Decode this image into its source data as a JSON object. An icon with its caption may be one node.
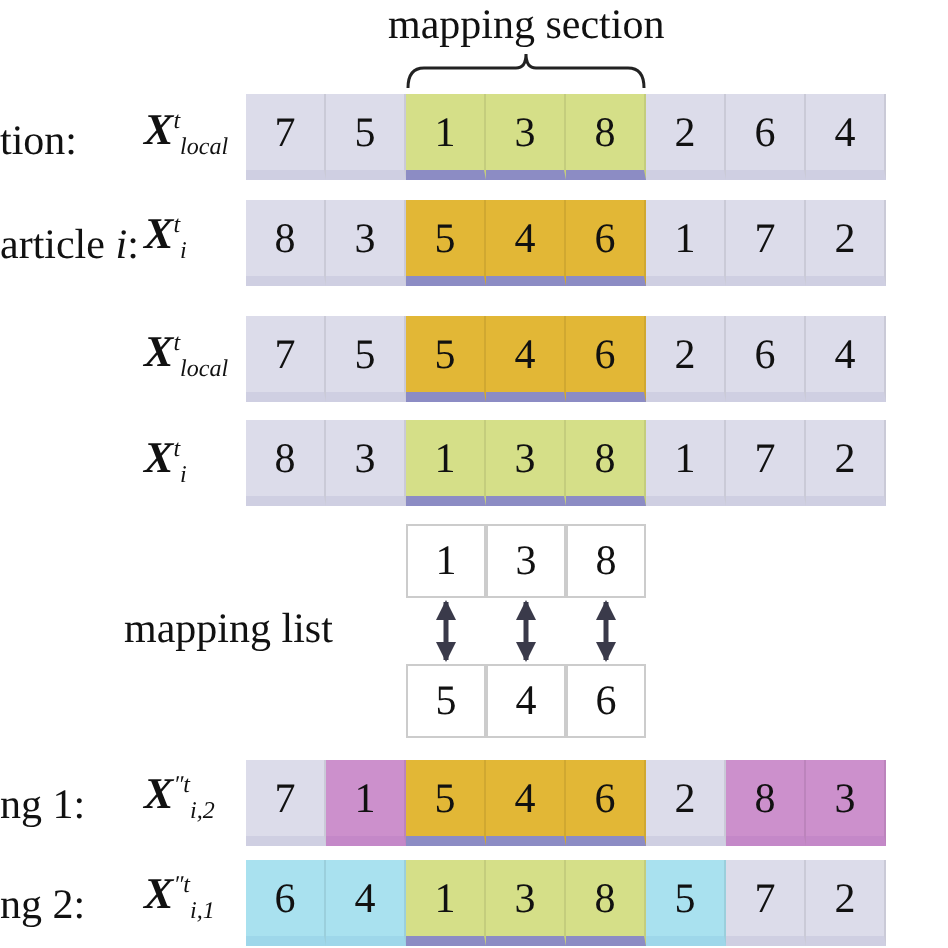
{
  "diagram": {
    "nodes": [
      {
        "text": [
          "7"
        ]
      },
      {
        "text": [
          "5"
        ]
      },
      {
        "text": [
          "1"
        ]
      },
      {
        "text": [
          "3"
        ]
      },
      {
        "text": [
          "8"
        ]
      },
      {
        "text": [
          "2"
        ]
      },
      {
        "text": [
          "6"
        ]
      },
      {
        "text": [
          "4"
        ]
      },
      {
        "text": [
          "8"
        ]
      },
      {
        "text": [
          "3"
        ]
      },
      {
        "text": [
          "5"
        ]
      },
      {
        "text": [
          "4"
        ]
      },
      {
        "text": [
          "6"
        ]
      },
      {
        "text": [
          "1"
        ]
      },
      {
        "text": [
          "7"
        ]
      },
      {
        "text": [
          "2"
        ]
      },
      {
        "text": [
          "7"
        ]
      },
      {
        "text": [
          "5"
        ]
      },
      {
        "text": [
          "5"
        ]
      },
      {
        "text": [
          "4"
        ]
      },
      {
        "text": [
          "6"
        ]
      },
      {
        "text": [
          "2"
        ]
      },
      {
        "text": [
          "6"
        ]
      },
      {
        "text": [
          "4"
        ]
      },
      {
        "text": [
          "8"
        ]
      },
      {
        "text": [
          "3"
        ]
      },
      {
        "text": [
          "1"
        ]
      },
      {
        "text": [
          "3"
        ]
      },
      {
        "text": [
          "8"
        ]
      },
      {
        "text": [
          "1"
        ]
      },
      {
        "text": [
          "7"
        ]
      },
      {
        "text": [
          "2"
        ]
      },
      {
        "text": [
          "1"
        ]
      },
      {
        "text": [
          "3"
        ]
      },
      {
        "text": [
          "8"
        ]
      },
      {
        "text": [
          "5"
        ]
      },
      {
        "text": [
          "4"
        ]
      },
      {
        "text": [
          "6"
        ]
      },
      {
        "text": [
          "7"
        ]
      },
      {
        "text": [
          "1"
        ]
      },
      {
        "text": [
          "5"
        ]
      },
      {
        "text": [
          "4"
        ]
      },
      {
        "text": [
          "6"
        ]
      },
      {
        "text": [
          "2"
        ]
      },
      {
        "text": [
          "8"
        ]
      },
      {
        "text": [
          "3"
        ]
      },
      {
        "text": [
          "6"
        ]
      },
      {
        "text": [
          "4"
        ]
      },
      {
        "text": [
          "1"
        ]
      },
      {
        "text": [
          "3"
        ]
      },
      {
        "text": [
          "8"
        ]
      },
      {
        "text": [
          "5"
        ]
      },
      {
        "text": [
          "7"
        ]
      },
      {
        "text": [
          "2"
        ]
      }
    ],
    "edges": [
      {
        "from": 32,
        "to": 35,
        "arrow": "both"
      },
      {
        "from": 33,
        "to": 36,
        "arrow": "both"
      },
      {
        "from": 34,
        "to": 37,
        "arrow": "both"
      }
    ],
    "labels": [
      "mapping section",
      "tion:",
      "**X**$^{t}$$_{local}$",
      "article *i*:",
      "**X**$^{t}$$_{i}$",
      "**X**$^{t}$$_{local}$",
      "**X**$^{t}$$_{i}$",
      "mapping list",
      "ng 1:",
      "**X**$^{″t}$$_{i,2}$",
      "ng 2:",
      "**X**$^{″t}$$_{i,1}$"
    ]
  }
}
